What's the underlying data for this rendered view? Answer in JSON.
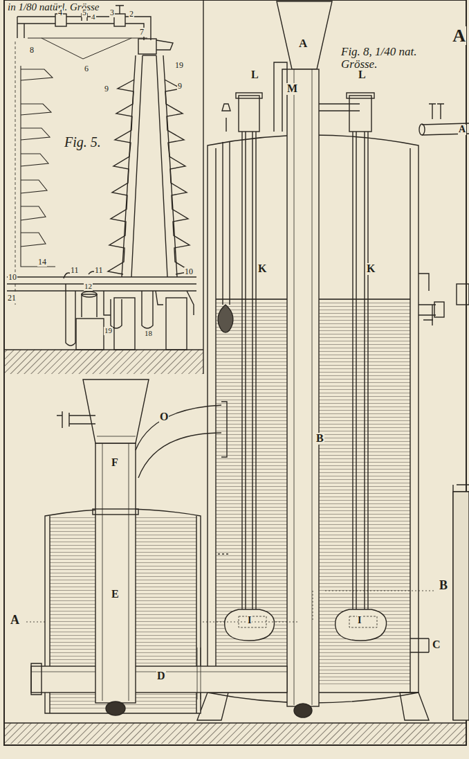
{
  "diagram": {
    "labels": [
      "in 1/80 natürl. Grösse",
      "4",
      "5",
      "4",
      "3",
      "2",
      "7",
      "8",
      "6",
      "19",
      "9",
      "9",
      "Fig. 5.",
      "14",
      "11",
      "11",
      "10",
      "10",
      "12",
      "21",
      "19",
      "18",
      "A",
      "Fig. 8, 1/40 nat. Grösse.",
      "A",
      "L",
      "M",
      "L",
      "K",
      "K",
      "A",
      "B",
      "O",
      "F",
      "E",
      "B",
      "A",
      "I",
      "I",
      "C",
      "D"
    ]
  }
}
